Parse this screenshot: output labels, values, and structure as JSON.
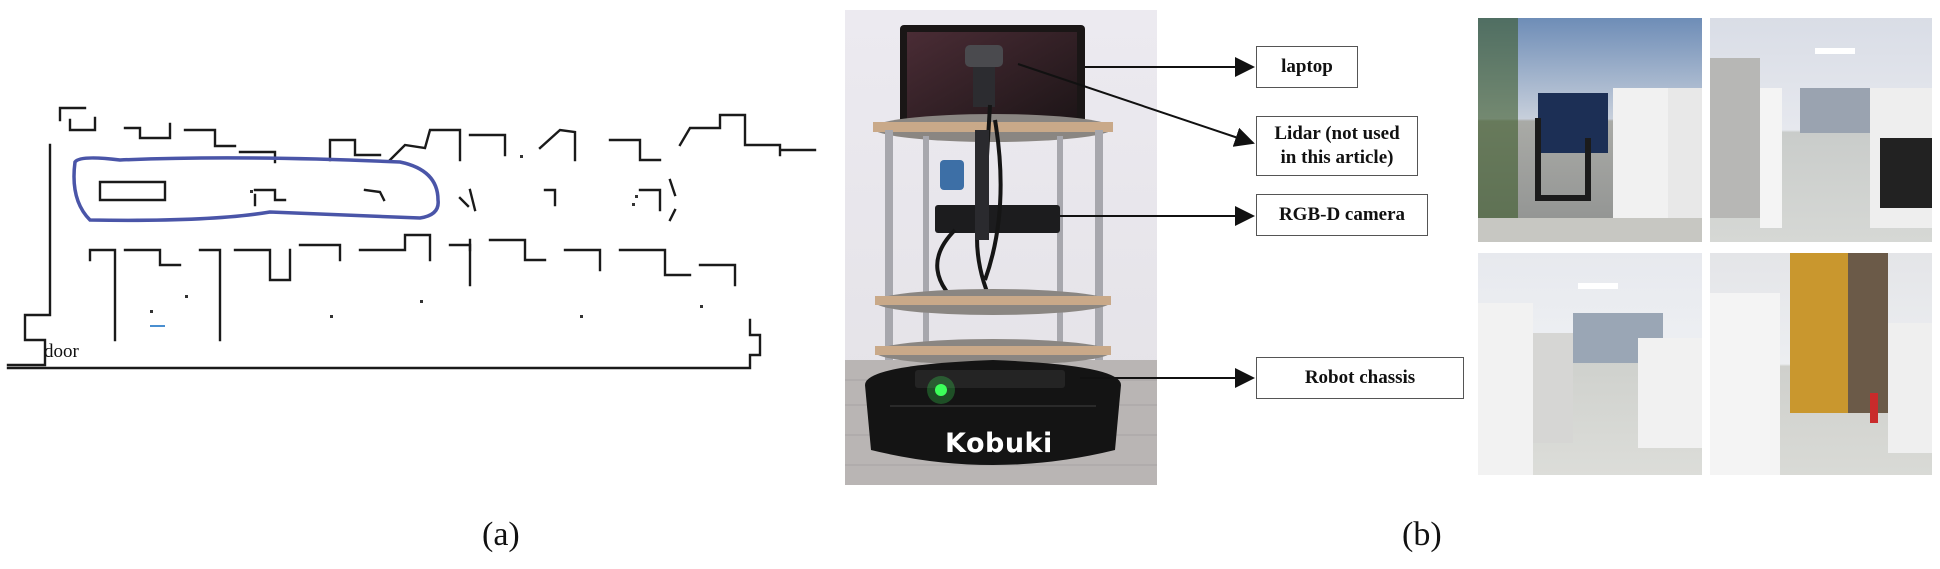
{
  "panel_a": {
    "door_label": "door",
    "caption": "(a)",
    "highlight_color": "#4a55a8"
  },
  "panel_b": {
    "caption": "(b)",
    "robot_brand": "Kobuki",
    "callouts": [
      {
        "id": "laptop",
        "text": "laptop"
      },
      {
        "id": "lidar",
        "text": "Lidar (not used in this article)"
      },
      {
        "id": "camera",
        "text": "RGB-D camera"
      },
      {
        "id": "chassis",
        "text": "Robot chassis"
      }
    ]
  }
}
